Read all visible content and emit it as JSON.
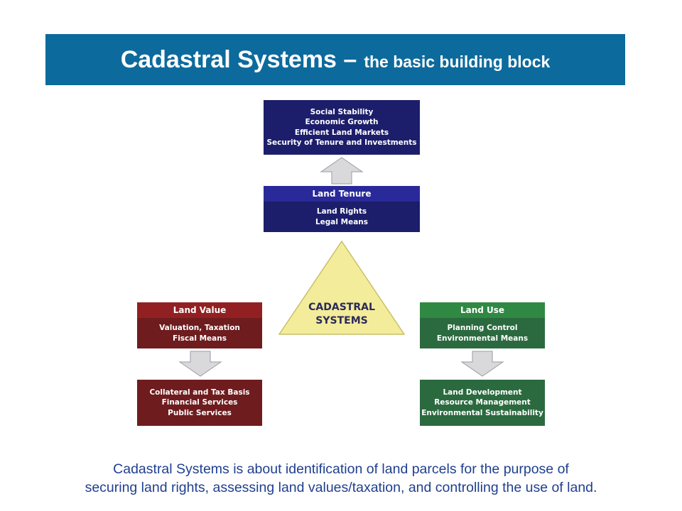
{
  "title": {
    "main": "Cadastral Systems –",
    "sub": "the basic building block"
  },
  "diagram": {
    "outcomes": {
      "lines": [
        "Social Stability",
        "Economic Growth",
        "Efficient Land Markets",
        "Security of Tenure and Investments"
      ]
    },
    "land_tenure": {
      "header": "Land Tenure",
      "lines": [
        "Land Rights",
        "Legal Means"
      ]
    },
    "center": {
      "lines": [
        "CADASTRAL",
        "SYSTEMS"
      ]
    },
    "land_value": {
      "header": "Land Value",
      "lines": [
        "Valuation, Taxation",
        "Fiscal Means"
      ]
    },
    "land_value_outcome": {
      "lines": [
        "Collateral and Tax Basis",
        "Financial Services",
        "Public Services"
      ]
    },
    "land_use": {
      "header": "Land Use",
      "lines": [
        "Planning Control",
        "Environmental Means"
      ]
    },
    "land_use_outcome": {
      "lines": [
        "Land Development",
        "Resource Management",
        "Environmental Sustainability"
      ]
    },
    "colors": {
      "title_bar": "#0d6a9c",
      "navy": "#1c1e6b",
      "maroon": "#6e1c1e",
      "green": "#2b6a3f",
      "triangle": "#f3ec9a",
      "arrow": "#d9d9dc",
      "caption_text": "#1f3f8f"
    }
  },
  "caption": {
    "line1": "Cadastral Systems is about identification of land parcels for the purpose of",
    "line2": "securing land rights, assessing land values/taxation, and controlling the use of land."
  }
}
